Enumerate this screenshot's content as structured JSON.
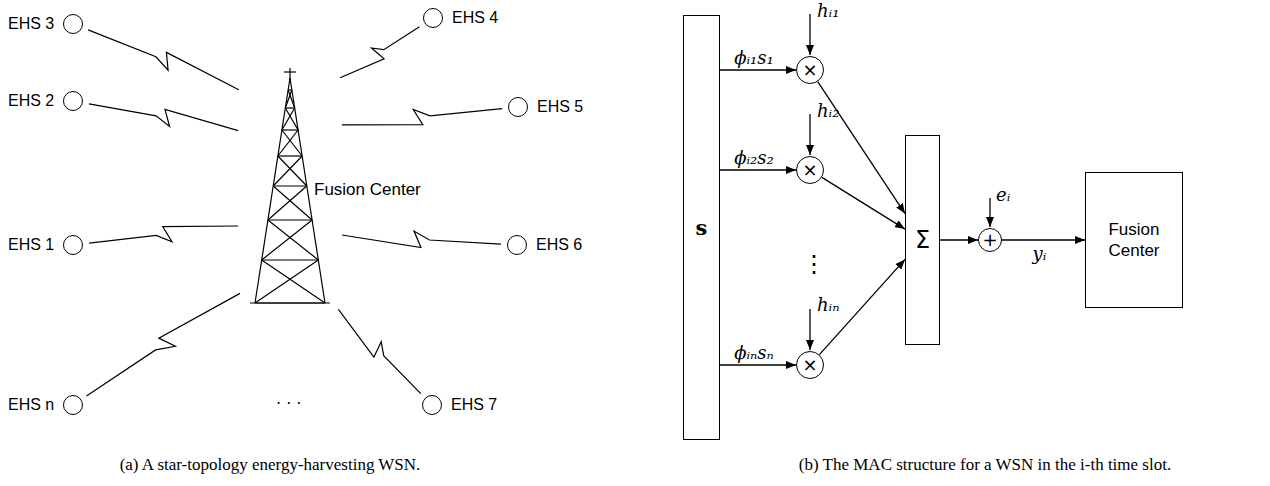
{
  "diagram": {
    "nodes": [
      {
        "text": [
          "EHS 3"
        ]
      },
      {
        "text": [
          "EHS 4"
        ]
      },
      {
        "text": [
          "EHS 2"
        ]
      },
      {
        "text": [
          "EHS 5"
        ]
      },
      {
        "text": [
          "EHS 1"
        ]
      },
      {
        "text": [
          "EHS 6"
        ]
      },
      {
        "text": [
          "EHS n"
        ]
      },
      {
        "text": [
          "EHS 7"
        ]
      },
      {
        "text": [
          "Fusion Center"
        ]
      },
      {
        "text": [
          "s"
        ]
      },
      {
        "text": [
          "×"
        ]
      },
      {
        "text": [
          "×"
        ]
      },
      {
        "text": [
          "×"
        ]
      },
      {
        "text": [
          "Σ"
        ]
      },
      {
        "text": [
          "+"
        ]
      },
      {
        "text": [
          "Fusion Center"
        ]
      }
    ],
    "edges": [
      {
        "from": 0,
        "to": 8,
        "arrow": "none"
      },
      {
        "from": 1,
        "to": 8,
        "arrow": "none"
      },
      {
        "from": 2,
        "to": 8,
        "arrow": "none"
      },
      {
        "from": 3,
        "to": 8,
        "arrow": "none"
      },
      {
        "from": 4,
        "to": 8,
        "arrow": "none"
      },
      {
        "from": 5,
        "to": 8,
        "arrow": "none"
      },
      {
        "from": 6,
        "to": 8,
        "arrow": "none"
      },
      {
        "from": 7,
        "to": 8,
        "arrow": "none"
      },
      {
        "from": 9,
        "to": 10,
        "label": "ϕᵢ₁s₁",
        "arrow": "to"
      },
      {
        "from": 9,
        "to": 11,
        "label": "ϕᵢ₂s₂",
        "arrow": "to"
      },
      {
        "from": 9,
        "to": 12,
        "label": "ϕᵢₙsₙ",
        "arrow": "to"
      },
      {
        "from": 10,
        "to": 13,
        "arrow": "to"
      },
      {
        "from": 11,
        "to": 13,
        "arrow": "to"
      },
      {
        "from": 12,
        "to": 13,
        "arrow": "to"
      },
      {
        "from": 13,
        "to": 14,
        "arrow": "to"
      },
      {
        "from": 14,
        "to": 15,
        "label": "yᵢ",
        "arrow": "to"
      }
    ],
    "labels": [
      "· · ·",
      "hᵢ₁",
      "hᵢ₂",
      "⋮",
      "hᵢₙ",
      "eᵢ",
      "(a) A star-topology energy-harvesting WSN.",
      "(b) The MAC structure for a WSN in the i-th time slot."
    ]
  }
}
